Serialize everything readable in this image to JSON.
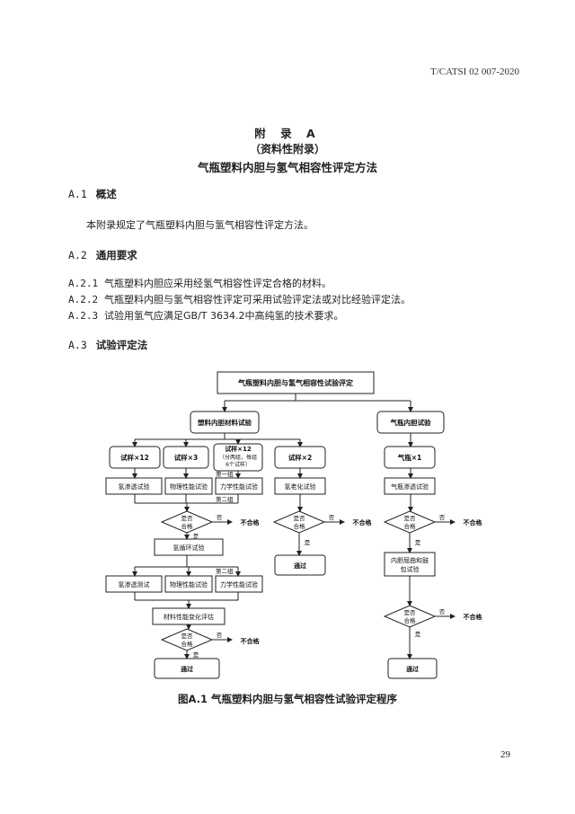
{
  "header": {
    "standard_no": "T/CATSI 02 007-2020"
  },
  "appendix": {
    "title": "附 录 A",
    "type": "（资料性附录）",
    "heading": "气瓶塑料内胆与氢气相容性评定方法"
  },
  "sections": {
    "a1": {
      "num": "A.1",
      "title": "概述",
      "text": "本附录规定了气瓶塑料内胆与氢气相容性评定方法。"
    },
    "a2": {
      "num": "A.2",
      "title": "通用要求",
      "items": [
        {
          "num": "A.2.1",
          "text": "气瓶塑料内胆应采用经氢气相容性评定合格的材料。"
        },
        {
          "num": "A.2.2",
          "text": "气瓶塑料内胆与氢气相容性评定可采用试验评定法或对比经验评定法。"
        },
        {
          "num": "A.2.3",
          "text": "试验用氢气应满足GB/T  3634.2中高纯氢的技术要求。"
        }
      ]
    },
    "a3": {
      "num": "A.3",
      "title": "试验评定法"
    }
  },
  "flowchart": {
    "top": "气瓶塑料内胆与氢气相容性试验评定",
    "left_branch": "塑料内胆材料试验",
    "right_branch": "气瓶内胆试验",
    "sample_12": "试样×12",
    "sample_3": "试样×3",
    "sample_12b_l1": "试样×12",
    "sample_12b_l2": "（分两组，每组",
    "sample_12b_l3": "6个试样）",
    "sample_2": "试样×2",
    "cyl_1": "气瓶×1",
    "h_perm": "氢渗透试验",
    "phys": "物理性能试验",
    "mech": "力学性能试验",
    "aging": "氢老化试验",
    "cyl_perm": "气瓶渗透试验",
    "group1": "第一组",
    "group2": "第二组",
    "qualified_l1": "是否",
    "qualified_l2": "合格",
    "yes": "是",
    "no": "否",
    "fail": "不合格",
    "cycle": "氢循环试验",
    "h_perm2": "氢渗透测试",
    "phys2": "物理性能试验",
    "mech2": "力学性能试验",
    "eval": "材料性能变化评估",
    "pass": "通过",
    "buckle_l1": "内胆屈曲和鼓",
    "buckle_l2": "包试验"
  },
  "caption": "图A.1   气瓶塑料内胆与氢气相容性试验评定程序",
  "page_number": "29"
}
